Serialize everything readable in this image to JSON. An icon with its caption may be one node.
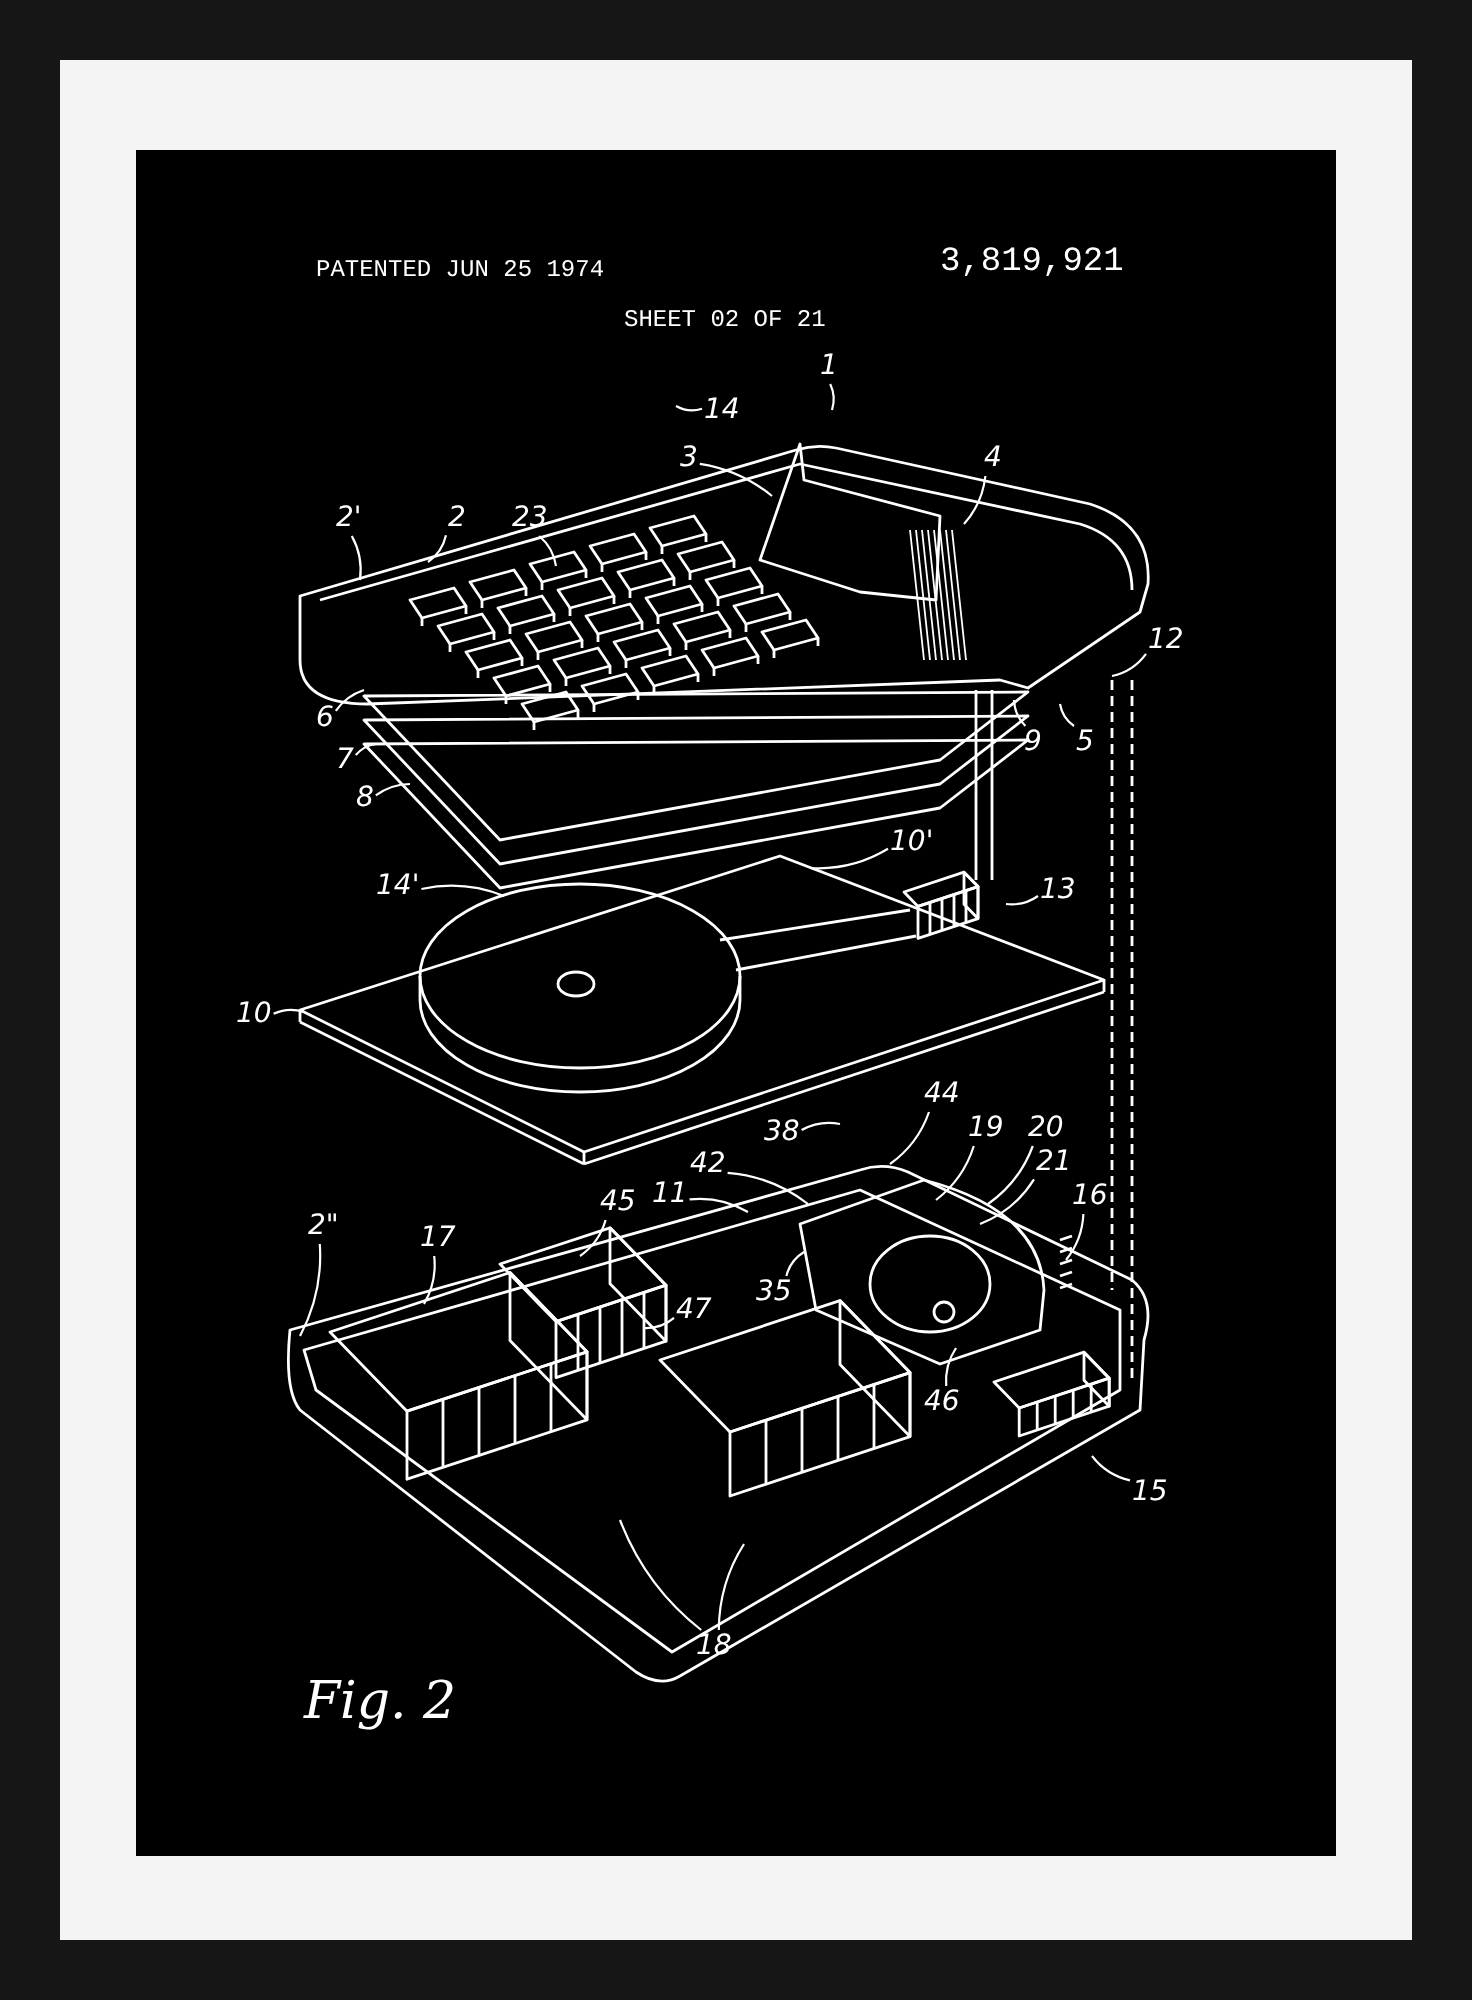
{
  "diagram": {
    "caption": "Fig. 2",
    "nodes": [
      {
        "text": [
          "1"
        ]
      },
      {
        "text": [
          "14"
        ]
      },
      {
        "text": [
          "4"
        ]
      },
      {
        "text": [
          "3"
        ]
      },
      {
        "text": [
          "2'"
        ]
      },
      {
        "text": [
          "2"
        ]
      },
      {
        "text": [
          "23"
        ]
      },
      {
        "text": [
          "12"
        ]
      },
      {
        "text": [
          "6"
        ]
      },
      {
        "text": [
          "9"
        ]
      },
      {
        "text": [
          "5"
        ]
      },
      {
        "text": [
          "7"
        ]
      },
      {
        "text": [
          "8"
        ]
      },
      {
        "text": [
          "10'"
        ]
      },
      {
        "text": [
          "14'"
        ]
      },
      {
        "text": [
          "13"
        ]
      },
      {
        "text": [
          "10"
        ]
      },
      {
        "text": [
          "44"
        ]
      },
      {
        "text": [
          "38"
        ]
      },
      {
        "text": [
          "19"
        ]
      },
      {
        "text": [
          "20"
        ]
      },
      {
        "text": [
          "42"
        ]
      },
      {
        "text": [
          "21"
        ]
      },
      {
        "text": [
          "45"
        ]
      },
      {
        "text": [
          "11"
        ]
      },
      {
        "text": [
          "2\""
        ]
      },
      {
        "text": [
          "16"
        ]
      },
      {
        "text": [
          "17"
        ]
      },
      {
        "text": [
          "47"
        ]
      },
      {
        "text": [
          "35"
        ]
      },
      {
        "text": [
          "46"
        ]
      },
      {
        "text": [
          "15"
        ]
      },
      {
        "text": [
          "18"
        ]
      }
    ],
    "edges": [
      {
        "from": 0,
        "to": null,
        "arrow": "none"
      },
      {
        "from": 1,
        "to": null,
        "arrow": "none"
      },
      {
        "from": 2,
        "to": null,
        "arrow": "none"
      },
      {
        "from": 3,
        "to": null,
        "arrow": "none"
      },
      {
        "from": 4,
        "to": null,
        "arrow": "none"
      },
      {
        "from": 5,
        "to": null,
        "arrow": "none"
      },
      {
        "from": 6,
        "to": null,
        "arrow": "none"
      },
      {
        "from": 7,
        "to": null,
        "arrow": "none"
      },
      {
        "from": 8,
        "to": null,
        "arrow": "none"
      },
      {
        "from": 9,
        "to": null,
        "arrow": "none"
      },
      {
        "from": 10,
        "to": null,
        "arrow": "none"
      },
      {
        "from": 11,
        "to": null,
        "arrow": "none"
      },
      {
        "from": 12,
        "to": null,
        "arrow": "none"
      },
      {
        "from": 13,
        "to": null,
        "arrow": "none"
      },
      {
        "from": 14,
        "to": null,
        "arrow": "none"
      },
      {
        "from": 15,
        "to": null,
        "arrow": "none"
      },
      {
        "from": 16,
        "to": null,
        "arrow": "none"
      },
      {
        "from": 17,
        "to": null,
        "arrow": "none"
      },
      {
        "from": 18,
        "to": null,
        "arrow": "none"
      },
      {
        "from": 19,
        "to": null,
        "arrow": "none"
      },
      {
        "from": 20,
        "to": null,
        "arrow": "none"
      },
      {
        "from": 21,
        "to": null,
        "arrow": "none"
      },
      {
        "from": 22,
        "to": null,
        "arrow": "none"
      },
      {
        "from": 23,
        "to": null,
        "arrow": "none"
      },
      {
        "from": 24,
        "to": null,
        "arrow": "none"
      },
      {
        "from": 25,
        "to": null,
        "arrow": "none"
      },
      {
        "from": 26,
        "to": null,
        "arrow": "none"
      },
      {
        "from": 27,
        "to": null,
        "arrow": "none"
      },
      {
        "from": 28,
        "to": null,
        "arrow": "none"
      },
      {
        "from": 29,
        "to": null,
        "arrow": "none"
      },
      {
        "from": 30,
        "to": null,
        "arrow": "none"
      },
      {
        "from": 31,
        "to": null,
        "arrow": "none"
      },
      {
        "from": 32,
        "to": null,
        "arrow": "none"
      },
      {
        "from": 32,
        "to": null,
        "arrow": "none"
      }
    ],
    "labels": [
      "PATENTED JUN 25 1974",
      "3,819,921",
      "SHEET 02 OF 21"
    ]
  }
}
